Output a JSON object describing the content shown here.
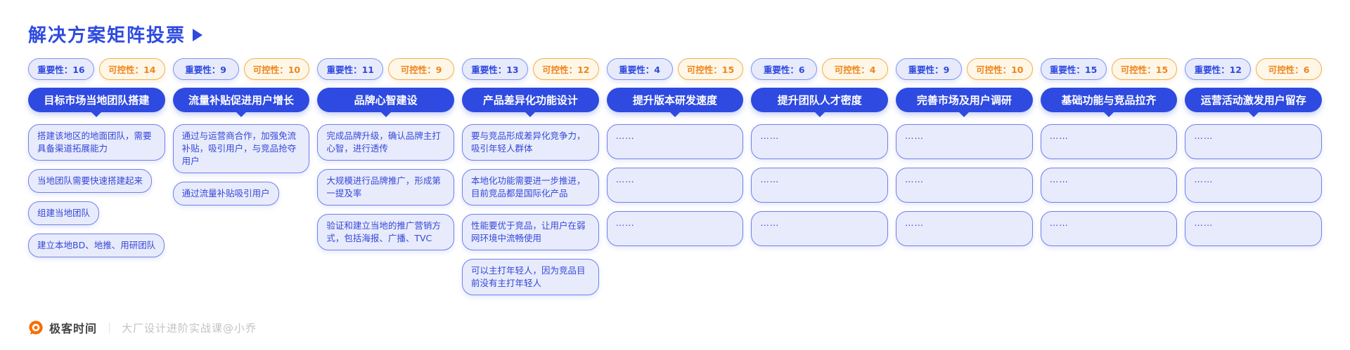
{
  "page": {
    "title": "解决方案矩阵投票"
  },
  "labels": {
    "importance": "重要性",
    "controllability": "可控性",
    "colon": "："
  },
  "colors": {
    "primary_blue": "#2E4AE0",
    "card_blue_text": "#3448D8",
    "card_bg": "#E8EBFB",
    "badge_orange_text": "#F08519",
    "badge_orange_bg": "#FEF7E8",
    "footer_orange": "#F86E00"
  },
  "icons": {
    "title_arrow": "play-triangle-right",
    "footer_logo": "geektime-logo"
  },
  "columns": [
    {
      "header": "目标市场当地团队搭建",
      "importance": 16,
      "controllability": 14,
      "cards": [
        "搭建该地区的地面团队，需要具备渠道拓展能力",
        "当地团队需要快速搭建起来",
        "组建当地团队",
        "建立本地BD、地推、用研团队"
      ]
    },
    {
      "header": "流量补贴促进用户增长",
      "importance": 9,
      "controllability": 10,
      "cards": [
        "通过与运营商合作，加强免流补贴，吸引用户，与竞品抢夺用户",
        "通过流量补贴吸引用户"
      ]
    },
    {
      "header": "品牌心智建设",
      "importance": 11,
      "controllability": 9,
      "cards": [
        "完成品牌升级，确认品牌主打心智，进行透传",
        "大规模进行品牌推广，形成第一提及率",
        "验证和建立当地的推广营销方式，包括海报、广播、TVC"
      ]
    },
    {
      "header": "产品差异化功能设计",
      "importance": 13,
      "controllability": 12,
      "cards": [
        "要与竞品形成差异化竞争力，吸引年轻人群体",
        "本地化功能需要进一步推进，目前竞品都是国际化产品",
        "性能要优于竞品，让用户在弱网环境中流畅使用",
        "可以主打年轻人，因为竞品目前没有主打年轻人"
      ]
    },
    {
      "header": "提升版本研发速度",
      "importance": 4,
      "controllability": 15,
      "cards": [
        "……",
        "……",
        "……"
      ]
    },
    {
      "header": "提升团队人才密度",
      "importance": 6,
      "controllability": 4,
      "cards": [
        "……",
        "……",
        "……"
      ]
    },
    {
      "header": "完善市场及用户调研",
      "importance": 9,
      "controllability": 10,
      "cards": [
        "……",
        "……",
        "……"
      ]
    },
    {
      "header": "基础功能与竞品拉齐",
      "importance": 15,
      "controllability": 15,
      "cards": [
        "……",
        "……",
        "……"
      ]
    },
    {
      "header": "运营活动激发用户留存",
      "importance": 12,
      "controllability": 6,
      "cards": [
        "……",
        "……",
        "……"
      ]
    }
  ],
  "footer": {
    "brand": "极客时间",
    "divider": "｜",
    "course": "大厂设计进阶实战课@小乔"
  }
}
